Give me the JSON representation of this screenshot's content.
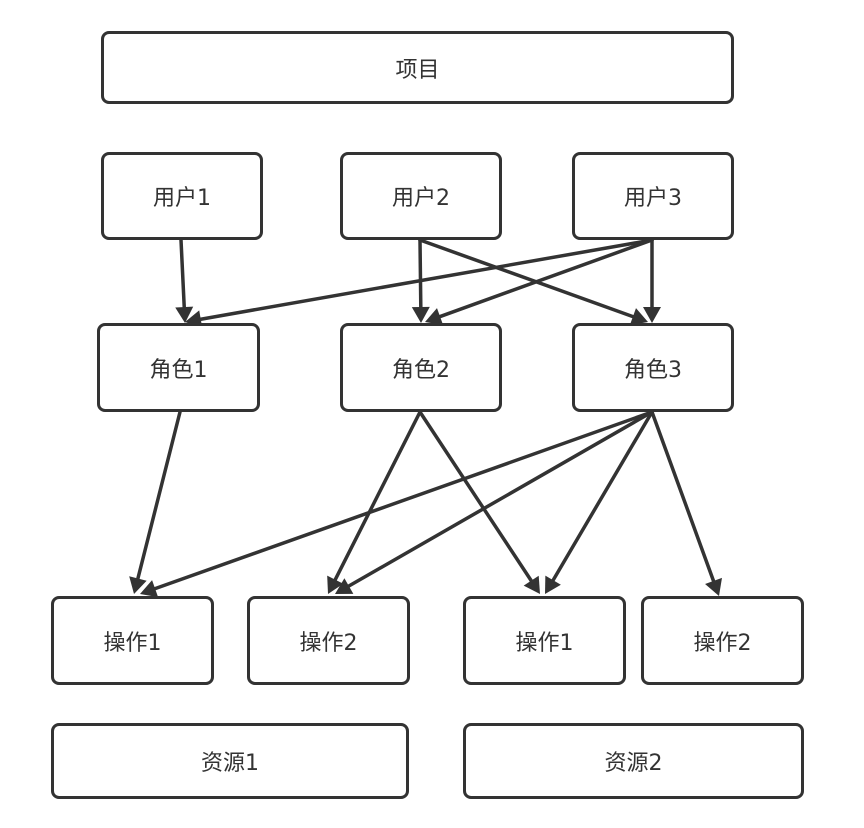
{
  "diagram": {
    "nodes": {
      "project": "项目",
      "user1": "用户1",
      "user2": "用户2",
      "user3": "用户3",
      "role1": "角色1",
      "role2": "角色2",
      "role3": "角色3",
      "op1a": "操作1",
      "op2a": "操作2",
      "op1b": "操作1",
      "op2b": "操作2",
      "res1": "资源1",
      "res2": "资源2"
    },
    "edges": [
      {
        "from": "user1",
        "to": "role1"
      },
      {
        "from": "user2",
        "to": "role2"
      },
      {
        "from": "user2",
        "to": "role3"
      },
      {
        "from": "user3",
        "to": "role1"
      },
      {
        "from": "user3",
        "to": "role2"
      },
      {
        "from": "user3",
        "to": "role3"
      },
      {
        "from": "role1",
        "to": "op1a"
      },
      {
        "from": "role2",
        "to": "op2a"
      },
      {
        "from": "role2",
        "to": "op1b"
      },
      {
        "from": "role3",
        "to": "op1a"
      },
      {
        "from": "role3",
        "to": "op2a"
      },
      {
        "from": "role3",
        "to": "op1b"
      },
      {
        "from": "role3",
        "to": "op2b"
      }
    ],
    "colors": {
      "stroke": "#333333",
      "text": "#333333",
      "background": "#ffffff"
    }
  }
}
